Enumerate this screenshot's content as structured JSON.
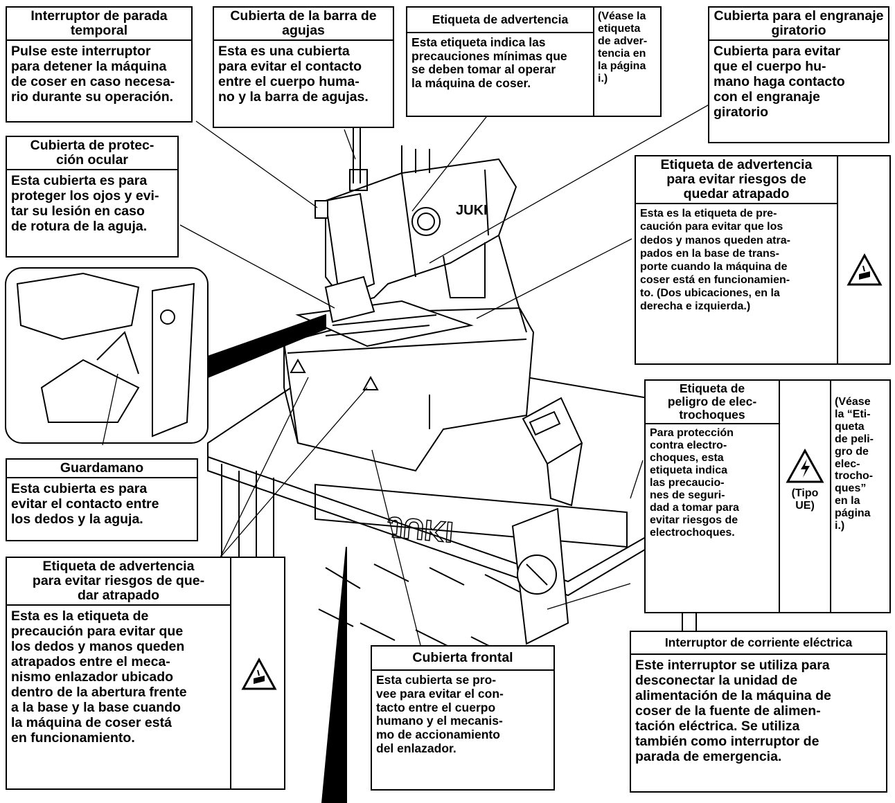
{
  "callouts": {
    "temporary_stop": {
      "title": "Interruptor de parada temporal",
      "text": "Pulse este interruptor\npara detener la máquina\nde coser en caso necesa-\nrio durante su operación."
    },
    "needle_bar_cover": {
      "title": "Cubierta de la barra de agujas",
      "text": "Esta es una cubierta\npara evitar el contacto\nentre el cuerpo huma-\nno y la barra de agujas."
    },
    "warning_label": {
      "title": "Etiqueta de advertencia",
      "text": "Esta etiqueta indica las\nprecauciones mínimas que\nse deben tomar al operar\nla máquina de coser.",
      "side": "(Véase la\netiqueta\nde adver-\ntencia en\nla página\ni.)"
    },
    "gear_cover": {
      "title": "Cubierta para el engranaje giratorio",
      "text": "Cubierta para evitar\nque el cuerpo hu-\nmano haga contacto\ncon el engranaje\ngiratorio"
    },
    "eye_guard": {
      "title": "Cubierta de protec-\nción ocular",
      "text": "Esta cubierta es para\nproteger los ojos y evi-\ntar su lesión en caso\nde rotura de la aguja."
    },
    "pinch_label_right": {
      "title": "Etiqueta de advertencia\npara evitar riesgos de\nquedar atrapado",
      "text": "Esta es la etiqueta de pre-\ncaución para evitar que los\ndedos y manos queden atra-\npados en la base de trans-\nporte cuando la máquina de\ncoser está en funcionamien-\nto. (Dos ubicaciones, en la\nderecha e izquierda.)"
    },
    "finger_guard": {
      "title": "Guardamano",
      "text": "Esta cubierta es para\nevitar el contacto entre\nlos dedos y la aguja."
    },
    "electric_label": {
      "title": "Etiqueta de\npeligro de elec-\ntrochoques",
      "text": "Para protección\ncontra electro-\nchoques, esta\netiqueta indica\nlas precaucio-\nnes de seguri-\ndad a tomar para\nevitar riesgos de\nelectrochoques.",
      "type": "(Tipo\nUE)",
      "side": "(Véase\nla “Eti-\nqueta\nde peli-\ngro de\nelec-\ntrocho-\nques”\nen la\npágina\ni.)"
    },
    "pinch_label_left": {
      "title": "Etiqueta de advertencia\npara evitar riesgos de que-\ndar atrapado",
      "text": "Esta es la etiqueta de\nprecaución para evitar que\nlos dedos y manos queden\natrapados entre el meca-\nnismo enlazador ubicado\ndentro de la abertura frente\na la base y la base cuando\nla máquina de coser está\nen funcionamiento."
    },
    "front_cover": {
      "title": "Cubierta frontal",
      "text": "Esta cubierta se pro-\nvee para evitar el con-\ntacto entre el cuerpo\nhumano y el mecanis-\nmo de accionamiento\ndel enlazador."
    },
    "power_switch": {
      "title": "Interruptor de corriente eléctrica",
      "text": "Este interruptor se utiliza para\ndesconectar la unidad de\nalimentación de la máquina de\ncoser de la fuente de alimen-\ntación eléctrica. Se utiliza\ntambién como interruptor de\nparada de emergencia."
    }
  },
  "machine": {
    "brand": "JUKI",
    "icons": [
      "pinch-warning-icon",
      "electric-shock-icon",
      "warning-triangle-icon"
    ]
  }
}
